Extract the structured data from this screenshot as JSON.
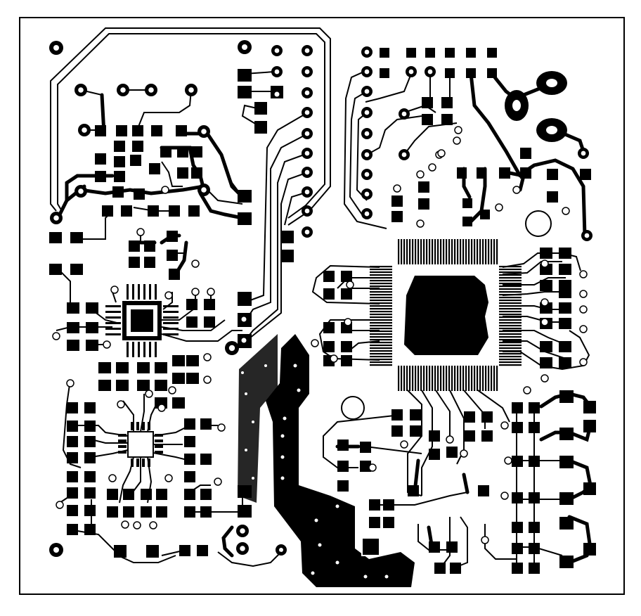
{
  "figure": {
    "kind": "pcb-copper-layer-artwork",
    "colors": {
      "copper": "#000000",
      "substrate": "#ffffff",
      "outline": "#000000"
    },
    "components": [
      "ic-qfp-large-center",
      "ic-qfn-upper-left",
      "ic-qfn-lower-left",
      "connector-header-top",
      "connector-header-right-column",
      "mounting-holes"
    ],
    "text": []
  }
}
